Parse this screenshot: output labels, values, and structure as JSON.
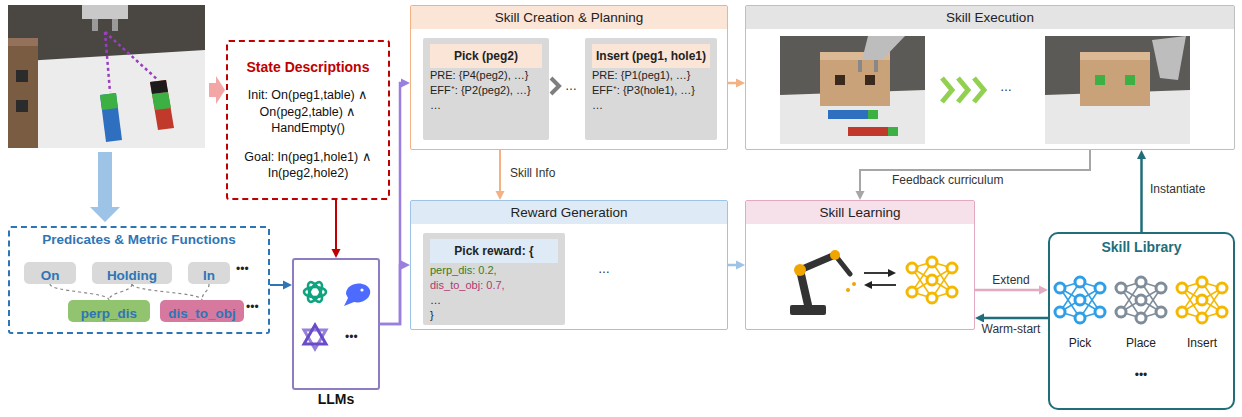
{
  "diagram": {
    "nodes": [
      {
        "text": [
          "State Descriptions",
          "Init: On(peg1,table) ∧ On(peg2,table) ∧ HandEmpty()",
          "Goal: In(peg1,hole1) ∧ In(peg2,hole2)"
        ]
      },
      {
        "text": [
          "Predicates & Metric Functions"
        ]
      },
      {
        "text": [
          "On"
        ],
        "in": 1
      },
      {
        "text": [
          "Holding"
        ],
        "in": 1
      },
      {
        "text": [
          "In"
        ],
        "in": 1
      },
      {
        "text": [
          "perp_dis"
        ],
        "in": 1
      },
      {
        "text": [
          "dis_to_obj"
        ],
        "in": 1
      },
      {
        "text": [
          "LLMs"
        ]
      },
      {
        "text": [
          "Skill Creation & Planning"
        ]
      },
      {
        "text": [
          "Pick (peg2)",
          "PRE: {P4(peg2), …}",
          "EFF⁺: {P2(peg2), …}",
          "…"
        ],
        "in": 8
      },
      {
        "text": [
          "Insert (peg1, hole1)",
          "PRE: {P1(peg1), …}",
          "EFF⁺: {P3(hole1), …}",
          "…"
        ],
        "in": 8
      },
      {
        "text": [
          "Skill Execution"
        ]
      },
      {
        "text": [
          "Reward Generation"
        ]
      },
      {
        "text": [
          "Pick reward: {",
          "perp_dis: 0.2,",
          "dis_to_obj: 0.7,",
          "…",
          "}"
        ],
        "in": 12
      },
      {
        "text": [
          "Skill Learning"
        ]
      },
      {
        "text": [
          "Skill Library"
        ]
      }
    ],
    "edges": [
      {
        "from": 0,
        "to": 7,
        "arrow": "to"
      },
      {
        "from": 1,
        "to": 7,
        "arrow": "to"
      },
      {
        "from": 2,
        "to": 5,
        "arrow": "none"
      },
      {
        "from": 3,
        "to": 5,
        "arrow": "none"
      },
      {
        "from": 3,
        "to": 6,
        "arrow": "none"
      },
      {
        "from": 4,
        "to": 6,
        "arrow": "none"
      },
      {
        "from": 7,
        "to": 8,
        "arrow": "to"
      },
      {
        "from": 7,
        "to": 12,
        "arrow": "to"
      },
      {
        "from": 8,
        "to": 11,
        "arrow": "to"
      },
      {
        "from": 8,
        "to": 12,
        "label": "Skill Info",
        "arrow": "to"
      },
      {
        "from": 11,
        "to": 14,
        "label": "Feedback curriculum",
        "arrow": "to"
      },
      {
        "from": 12,
        "to": 14,
        "arrow": "to"
      },
      {
        "from": 14,
        "to": 15,
        "label": "Extend",
        "arrow": "to"
      },
      {
        "from": 15,
        "to": 14,
        "label": "Warm-start",
        "arrow": "to"
      },
      {
        "from": 15,
        "to": 11,
        "label": "Instantiate",
        "arrow": "to"
      }
    ],
    "labels": [
      "•••",
      "•••",
      "•••",
      "…",
      "…",
      "…",
      "Pick",
      "Place",
      "Insert",
      "•••"
    ]
  }
}
